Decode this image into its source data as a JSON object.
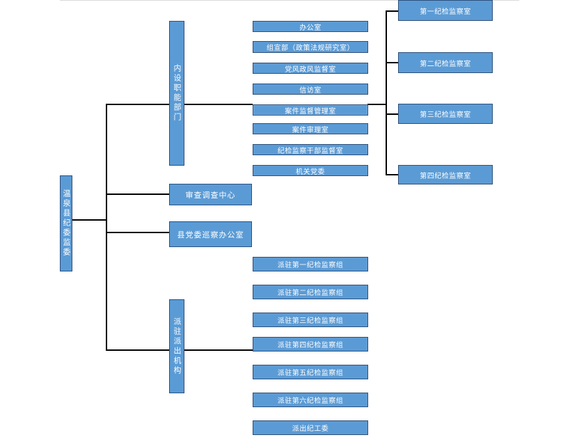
{
  "root": {
    "label": "温泉县纪委监委"
  },
  "branches": {
    "internal": {
      "label": "内设职能部门"
    },
    "investigation": {
      "label": "审查调查中心"
    },
    "inspection": {
      "label": "县党委巡察办公室"
    },
    "dispatched": {
      "label": "派驻派出机构"
    }
  },
  "internal_departments": [
    "办公室",
    "组宣部（政策法规研究室）",
    "党风政风监督室",
    "信访室",
    "案件监督管理室",
    "案件审理室",
    "纪检监察干部监督室",
    "机关党委"
  ],
  "supervision_offices": [
    "第一纪检监察室",
    "第二纪检监察室",
    "第三纪检监察室",
    "第四纪检监察室"
  ],
  "dispatched_groups": [
    "派驻第一纪检监察组",
    "派驻第二纪检监察组",
    "派驻第三纪检监察组",
    "派驻第四纪检监察组",
    "派驻第五纪检监察组",
    "派驻第六纪检监察组",
    "派出纪工委"
  ],
  "colors": {
    "box_fill": "#5b9bd5",
    "box_border": "#2e4f7a",
    "box_text": "#ffffff",
    "connector": "#000000"
  }
}
